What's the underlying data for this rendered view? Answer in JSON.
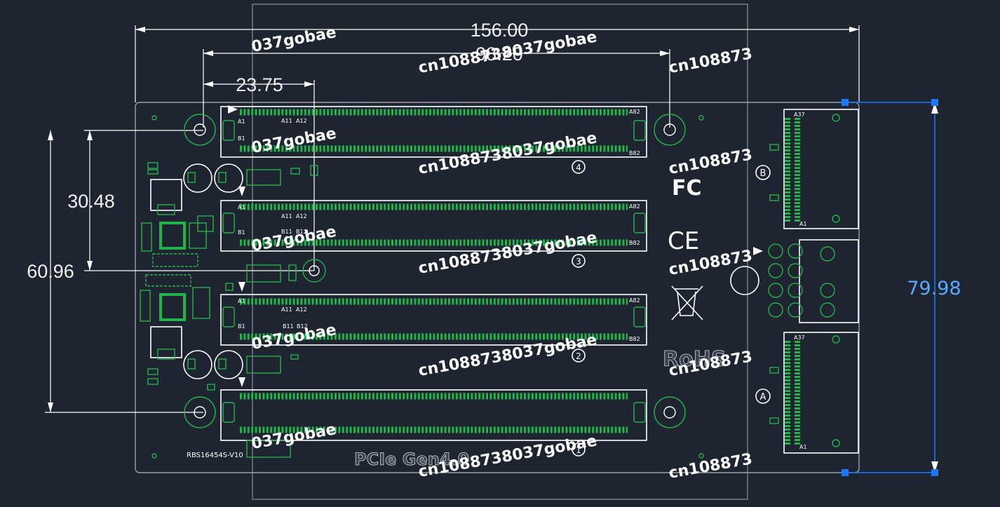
{
  "dimensions": {
    "overall_width": "156.00",
    "slot_span": "98.20",
    "offset": "23.75",
    "slot_pitch": "30.48",
    "hole_spacing": "60.96",
    "selected_height": "79.98"
  },
  "board": {
    "part_number": "RBS16454S-V10",
    "interface_label": "PCIe Gen4.0",
    "rohs_label": "RoHS",
    "fc_mark": "FC",
    "ce_mark": "CE"
  },
  "slots": [
    {
      "index": "4",
      "pin_a_start": "A1",
      "pin_b_start": "B1",
      "pin_a_11": "A11",
      "pin_a_12": "A12",
      "pin_b_11": "",
      "pin_b_12": "",
      "pin_a_end": "A82",
      "pin_b_end": "B82"
    },
    {
      "index": "3",
      "pin_a_start": "A1",
      "pin_b_start": "B1",
      "pin_a_11": "A11",
      "pin_a_12": "A12",
      "pin_b_11": "B11",
      "pin_b_12": "B12",
      "pin_a_end": "A82",
      "pin_b_end": "B82"
    },
    {
      "index": "2",
      "pin_a_start": "A1",
      "pin_b_start": "B1",
      "pin_a_11": "A11",
      "pin_a_12": "A12",
      "pin_b_11": "B11",
      "pin_b_12": "B12",
      "pin_a_end": "A82",
      "pin_b_end": "B82"
    },
    {
      "index": "1"
    }
  ],
  "side_connectors": [
    {
      "label": "B",
      "pin_top": "A37",
      "pin_bottom": "A1"
    },
    {
      "label": "A",
      "pin_top": "A37",
      "pin_bottom": "A1"
    }
  ],
  "watermark": {
    "text_main": "cn1088738037gobae",
    "text_short": "037gobae",
    "text_cut": "cn108873"
  },
  "colors": {
    "background": "#1e2531",
    "silkscreen": "#ffffff",
    "copper": "#22b34a",
    "selection": "#1a78ff"
  }
}
